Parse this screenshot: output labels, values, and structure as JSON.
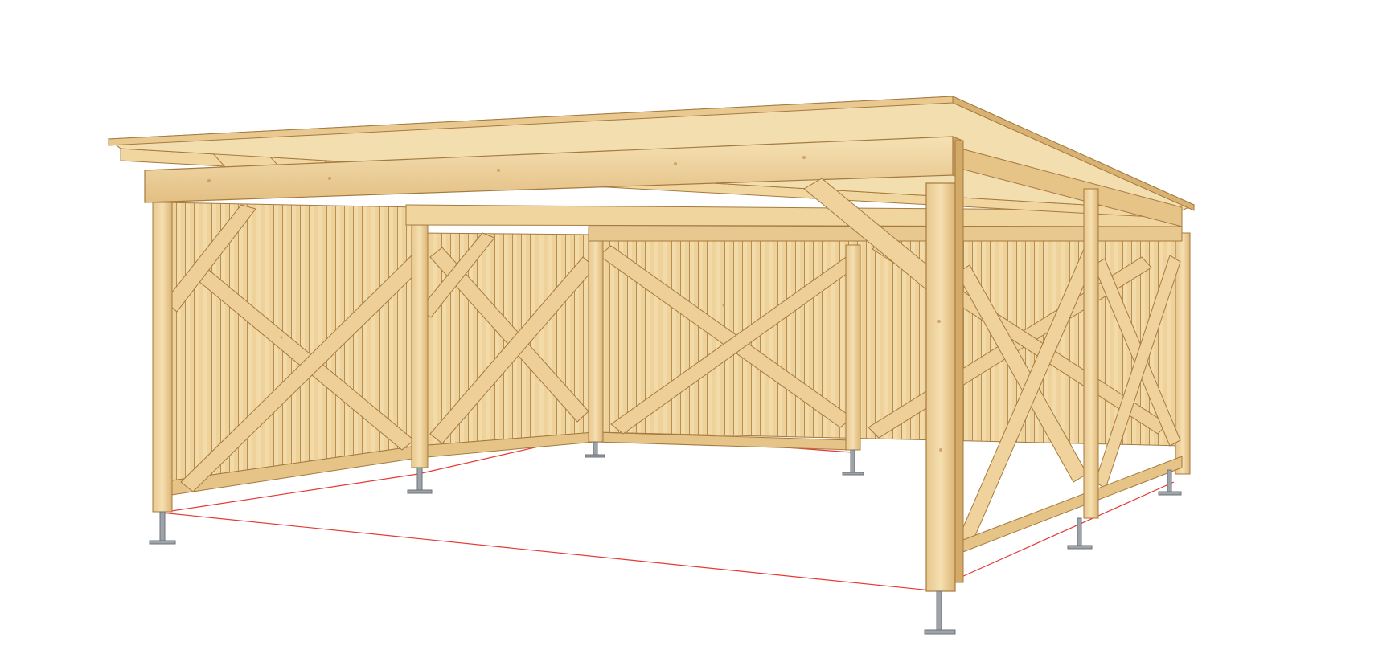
{
  "scene": {
    "subject": "timber-carport-render",
    "background_color": "#ffffff",
    "colors": {
      "wood_light": "#f2d9a8",
      "wood_mid": "#e6c387",
      "wood_dark": "#c89a5c",
      "wood_edge": "#a57a3f",
      "shadow_face": "#d9b577",
      "board_line": "#b88f52",
      "steel": "#9da3a8",
      "steel_dark": "#6d7378",
      "footprint_line": "#e53935"
    },
    "icons": {
      "roof": "roof-panel",
      "post": "timber-post",
      "brace": "diagonal-brace",
      "foot": "post-anchor-foot"
    }
  }
}
